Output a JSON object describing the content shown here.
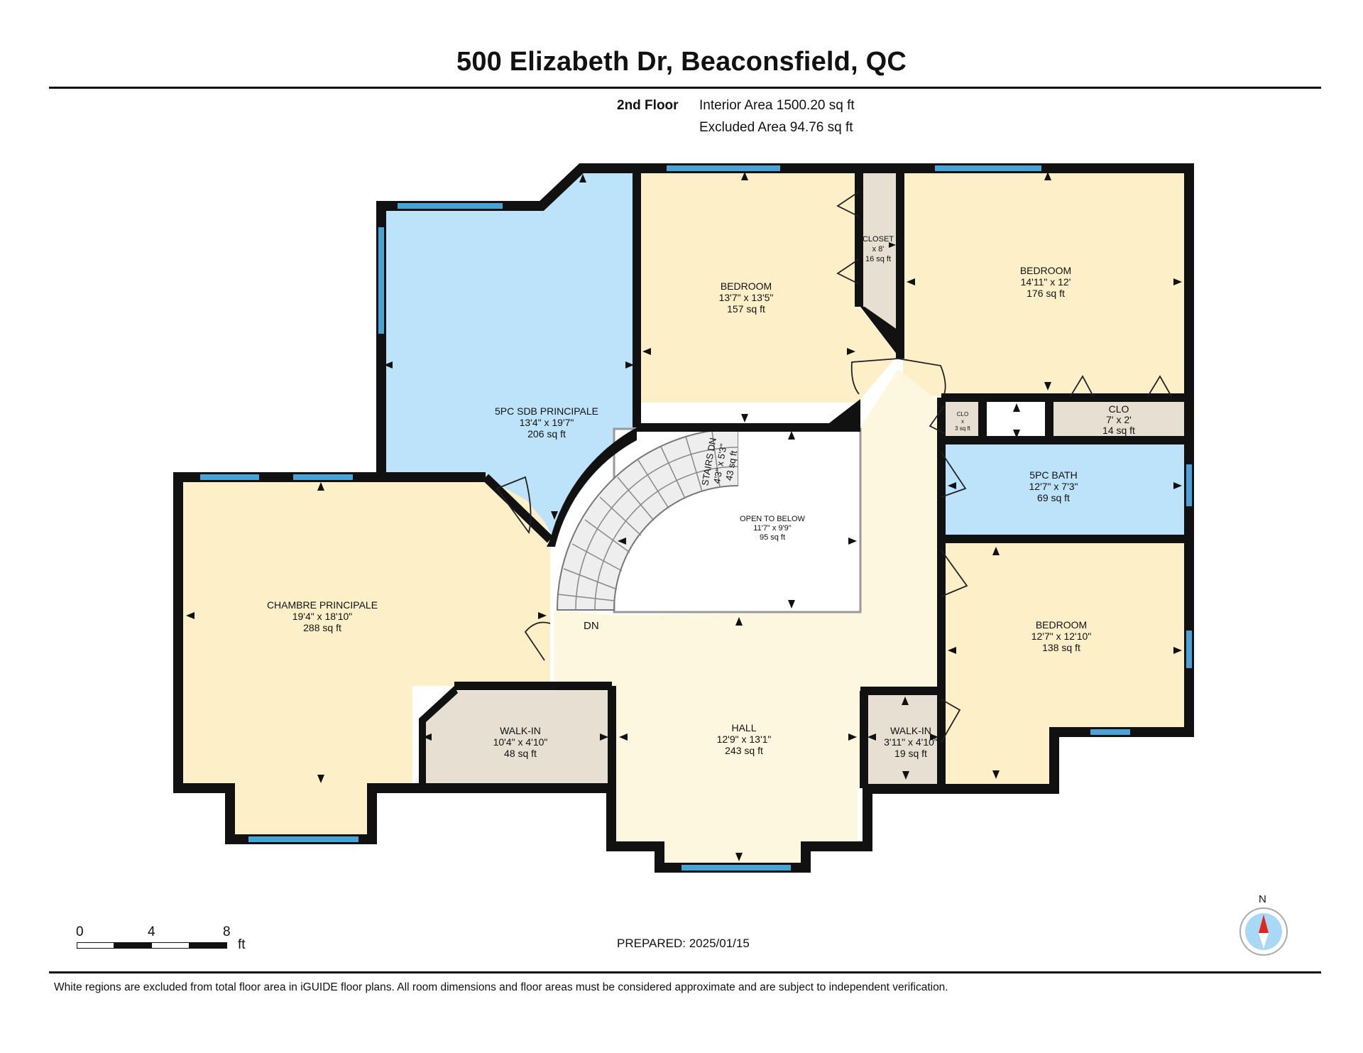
{
  "title": "500 Elizabeth Dr, Beaconsfield, QC",
  "floor": {
    "name": "2nd Floor",
    "interior_area": "Interior Area 1500.20 sq ft",
    "excluded_area": "Excluded Area 94.76 sq ft"
  },
  "rooms": [
    {
      "name": "5PC SDB PRINCIPALE",
      "dims": "13'4\" x 19'7\"",
      "area": "206 sq ft"
    },
    {
      "name": "BEDROOM",
      "dims": "13'7\" x 13'5\"",
      "area": "157 sq ft"
    },
    {
      "name": "CLOSET",
      "dims": "x 8'",
      "area": "16 sq ft"
    },
    {
      "name": "BEDROOM",
      "dims": "14'11\" x 12'",
      "area": "176 sq ft"
    },
    {
      "name": "CLO",
      "dims": "7' x 2'",
      "area": "14 sq ft"
    },
    {
      "name": "CLO",
      "dims": "x",
      "area": "3 sq ft"
    },
    {
      "name": "5PC BATH",
      "dims": "12'7\" x 7'3\"",
      "area": "69 sq ft"
    },
    {
      "name": "OPEN TO BELOW",
      "dims": "11'7\" x 9'9\"",
      "area": "95 sq ft"
    },
    {
      "name": "STAIRS DN",
      "dims": "4'3\" x 5'3\"",
      "area": "43 sq ft"
    },
    {
      "name": "CHAMBRE PRINCIPALE",
      "dims": "19'4\" x 18'10\"",
      "area": "288 sq ft"
    },
    {
      "name": "BEDROOM",
      "dims": "12'7\" x 12'10\"",
      "area": "138 sq ft"
    },
    {
      "name": "WALK-IN",
      "dims": "10'4\" x 4'10\"",
      "area": "48 sq ft"
    },
    {
      "name": "HALL",
      "dims": "12'9\" x 13'1\"",
      "area": "243 sq ft"
    },
    {
      "name": "WALK-IN",
      "dims": "3'11\" x 4'10\"",
      "area": "19 sq ft"
    }
  ],
  "stairs_label": "DN",
  "scale_bar": {
    "ticks": [
      "0",
      "4",
      "8"
    ],
    "unit": "ft"
  },
  "compass_label": "N",
  "prepared": "PREPARED: 2025/01/15",
  "footnote": "White regions are excluded from total floor area in iGUIDE floor plans. All room dimensions and floor areas must be considered approximate and are subject to independent verification.",
  "colors": {
    "bathroom": "#bde3fa",
    "bedroom": "#fdf0c9",
    "hall": "#fef7df",
    "closet": "#e7dfd2",
    "wall": "#111111",
    "window": "#4aa3d6",
    "compass_red": "#e0261f",
    "compass_blue": "#a9d8f5"
  }
}
